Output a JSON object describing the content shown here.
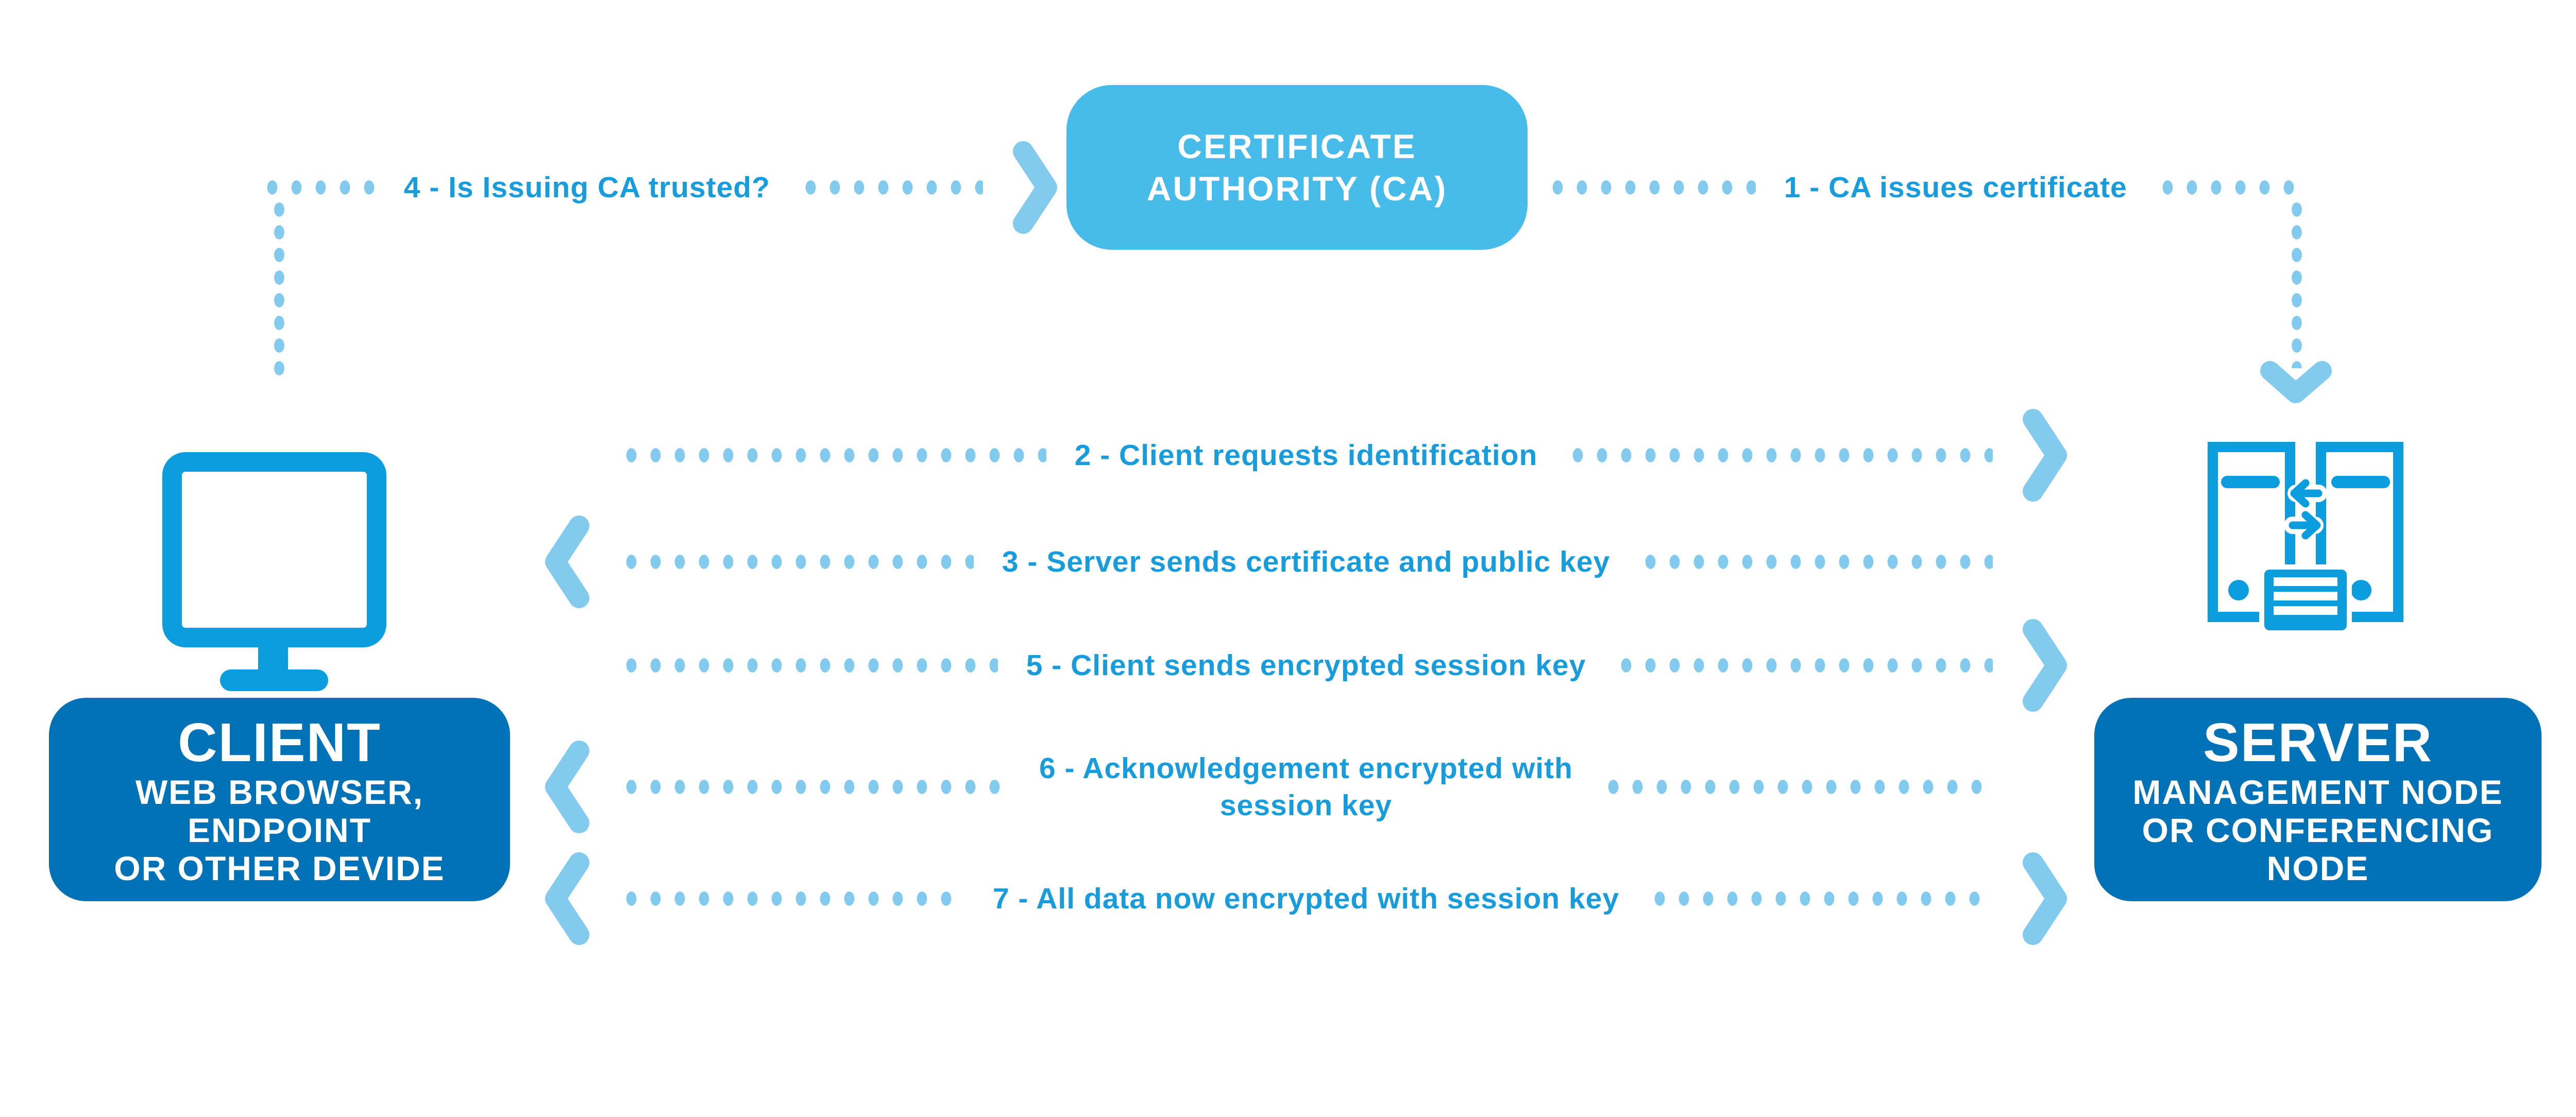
{
  "colors": {
    "accent": "#189cdc",
    "dots": "#82cbef",
    "ca_fill": "#47bbea",
    "node_fill": "#0272b6",
    "icon": "#0b9ddd",
    "background": "#ffffff"
  },
  "nodes": {
    "ca": {
      "line1": "CERTIFICATE",
      "line2": "AUTHORITY (CA)"
    },
    "client": {
      "title": "CLIENT",
      "sub1": "WEB BROWSER,",
      "sub2": "ENDPOINT",
      "sub3": "OR OTHER DEVIDE"
    },
    "server": {
      "title": "SERVER",
      "sub1": "MANAGEMENT NODE",
      "sub2": "OR CONFERENCING",
      "sub3": "NODE"
    }
  },
  "flows": {
    "f1": {
      "label": "1 - CA issues certificate"
    },
    "f2": {
      "label": "2 - Client requests identification"
    },
    "f3": {
      "label": "3 - Server sends certificate and public key"
    },
    "f4": {
      "label": "4 - Is Issuing CA trusted?"
    },
    "f5": {
      "label": "5 - Client sends encrypted session key"
    },
    "f6": {
      "label_line1": "6 - Acknowledgement encrypted with",
      "label_line2": "session key"
    },
    "f7": {
      "label": "7 - All data now encrypted with session key"
    }
  },
  "icons": {
    "client": "desktop-monitor-icon",
    "server": "server-towers-icon",
    "arrowheads": "chevron-arrowhead-icons"
  }
}
